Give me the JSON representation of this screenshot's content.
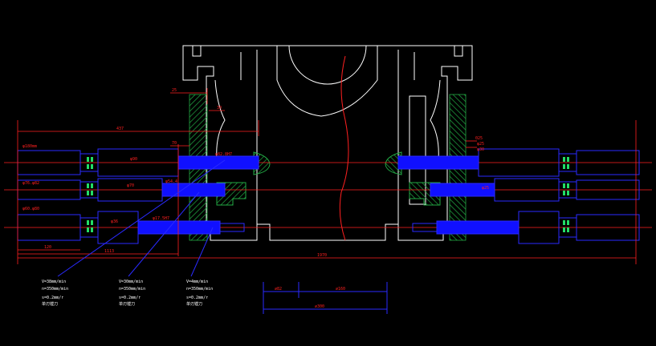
{
  "colors": {
    "background": "#000000",
    "outline": "#ffffff",
    "dimension": "#ff2020",
    "tool": "#2a2aff",
    "tool_fill": "#1010ff",
    "hatch": "#22aa44",
    "insert": "#22dd66",
    "note": "#ffffff"
  },
  "dimensions": {
    "top_left": "25",
    "top_slot": "30",
    "span_left": "437",
    "span_total": "1970",
    "bottom_left_a": "120",
    "bottom_left_b": "1113",
    "upper_left": "70",
    "left_right_pair": "025"
  },
  "left_labels": {
    "upper_dia": "φ180mm",
    "middle_dia": "φ76.φ82",
    "lower_dia": "φ60.φ80",
    "bar_upper": "φ90",
    "bar_middle": "φ70",
    "bar_lower": "φ36",
    "bore_upper": "φ82.8H7",
    "bore_middle": "φ54.4",
    "bore_lower": "φ17.5H7"
  },
  "right_labels": {
    "pair_a": "φ25",
    "pair_b": "φ30",
    "bore": "φ25"
  },
  "notes": [
    {
      "line1": "V=38mm/min",
      "line2": "n=350mm/min",
      "line3": "s=0.2mm/r",
      "line4": "单刃镗刀"
    },
    {
      "line1": "V=30mm/min",
      "line2": "n=350mm/min",
      "line3": "s=0.2mm/r",
      "line4": "单刃镗刀"
    },
    {
      "line1": "V=4mm/min",
      "line2": "n=350mm/min",
      "line3": "s=0.2mm/r",
      "line4": "单刃镗刀"
    }
  ],
  "scale_bar": {
    "seg_a": "∅82",
    "seg_b": "∅160",
    "total": "∅300"
  }
}
